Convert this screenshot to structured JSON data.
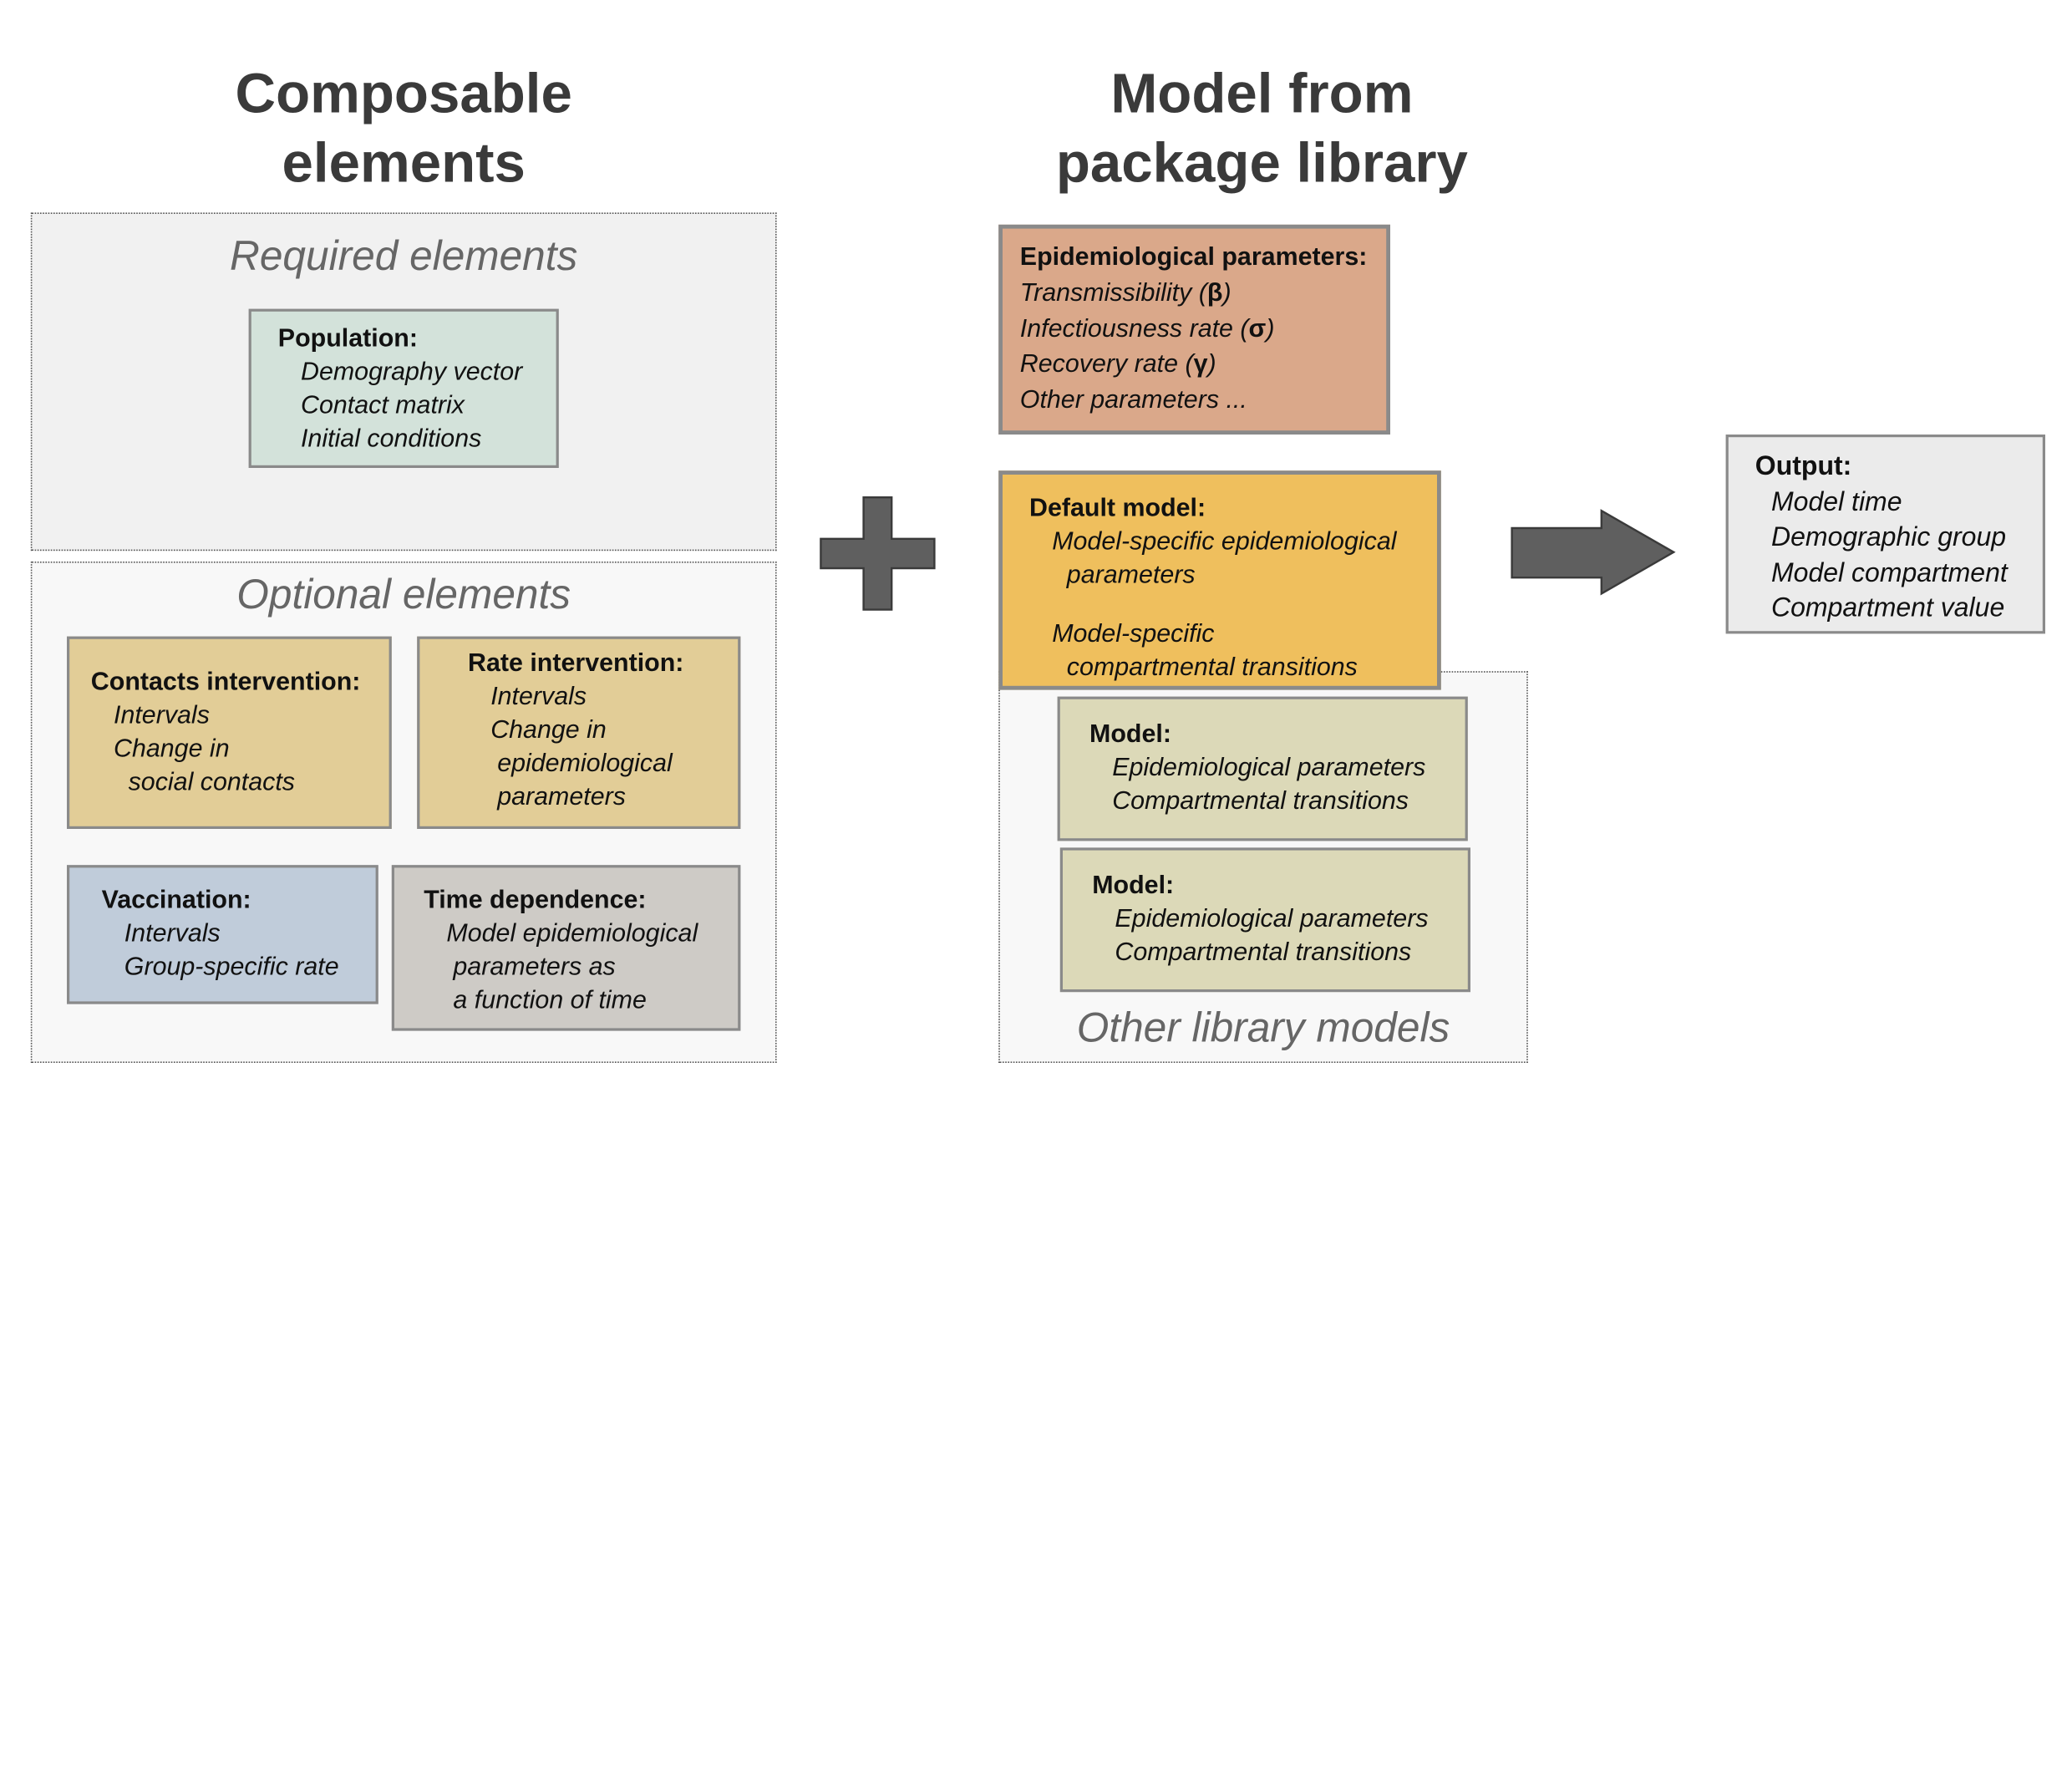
{
  "headings": {
    "composable": [
      "Composable",
      "elements"
    ],
    "library": [
      "Model from",
      "package library"
    ]
  },
  "regions": {
    "required_title": "Required elements",
    "optional_title": "Optional elements",
    "library_title": "Other library models"
  },
  "boxes": {
    "population": {
      "title": "Population:",
      "lines": [
        "Demography vector",
        "Contact matrix",
        "Initial conditions"
      ]
    },
    "contacts_intervention": {
      "title": "Contacts intervention:",
      "lines": [
        "Intervals",
        "Change in",
        "social contacts"
      ]
    },
    "rate_intervention": {
      "title": "Rate intervention:",
      "lines": [
        "Intervals",
        "Change in",
        "epidemiological",
        "parameters"
      ]
    },
    "vaccination": {
      "title": "Vaccination:",
      "lines": [
        "Intervals",
        "Group-specific rate"
      ]
    },
    "time_dependence": {
      "title": "Time dependence:",
      "lines": [
        "Model epidemiological",
        "parameters as",
        "a function of time"
      ]
    },
    "epi_params": {
      "title": "Epidemiological parameters:",
      "lines": [
        {
          "text": "Transmissibility (",
          "symbol": "β",
          "close": ")"
        },
        {
          "text": "Infectiousness rate (",
          "symbol": "σ",
          "close": ")"
        },
        {
          "text": "Recovery rate (",
          "symbol": "γ",
          "close": ")"
        },
        {
          "text": "Other parameters ...",
          "symbol": "",
          "close": ""
        }
      ]
    },
    "default_model": {
      "title": "Default model:",
      "lines": [
        "Model-specific epidemiological",
        "parameters",
        "",
        "Model-specific",
        "compartmental transitions"
      ]
    },
    "model_1": {
      "title": "Model:",
      "lines": [
        "Epidemiological parameters",
        "Compartmental transitions"
      ]
    },
    "model_2": {
      "title": "Model:",
      "lines": [
        "Epidemiological parameters",
        "Compartmental transitions"
      ]
    },
    "output": {
      "title": "Output:",
      "lines": [
        "Model time",
        "Demographic group",
        "Model compartment",
        "Compartment value"
      ]
    }
  },
  "symbols": {
    "plus": "plus-icon",
    "arrow": "right-arrow-icon"
  },
  "colors": {
    "population": "#d3e2da",
    "interventions": "#e2cd97",
    "vaccination": "#c0ccda",
    "time_dependence": "#cecbc6",
    "epi_params": "#daa88a",
    "default_model": "#efbf5d",
    "library_models": "#dcd9b8",
    "output": "#ebebeb",
    "symbol_fill": "#5f5f5f"
  }
}
